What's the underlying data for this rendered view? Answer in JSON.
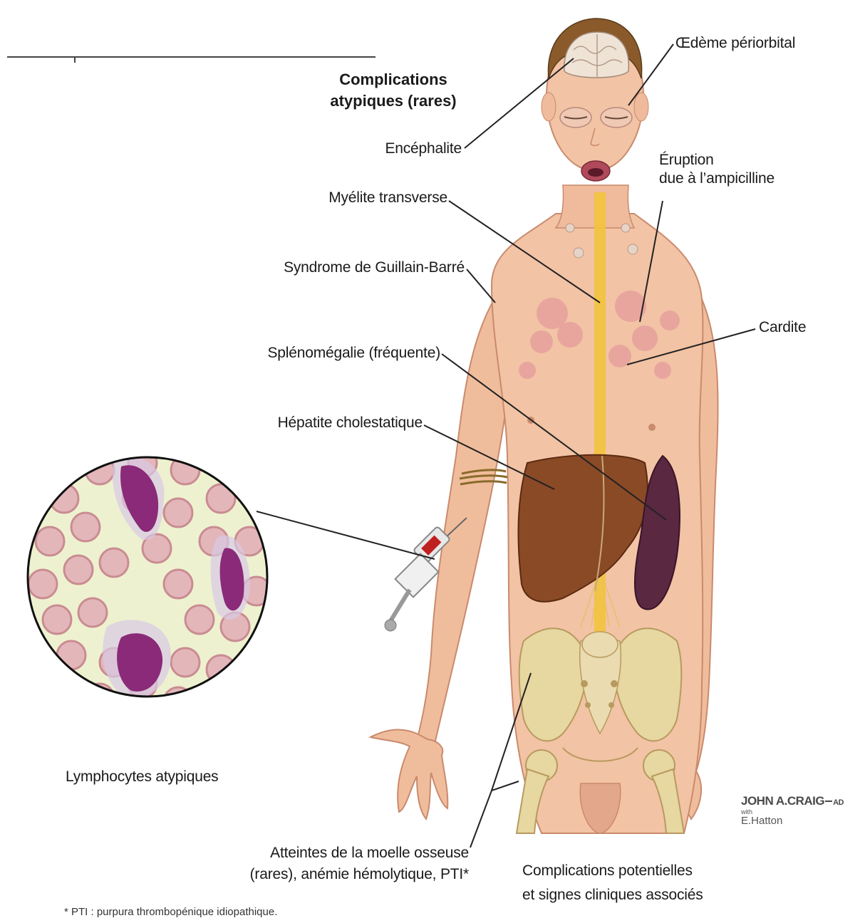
{
  "heading": {
    "line1": "Complications",
    "line2": "atypiques (rares)"
  },
  "labels": {
    "encephalite": "Encéphalite",
    "oedeme": "Œdème périorbital",
    "eruption_1": "Éruption",
    "eruption_2": "due à l’ampicilline",
    "myelite": "Myélite transverse",
    "guillain": "Syndrome de Guillain-Barré",
    "cardite": "Cardite",
    "splenomegalie": "Splénomégalie (fréquente)",
    "hepatite": "Hépatite cholestatique",
    "lymphocytes": "Lymphocytes atypiques",
    "moelle_1": "Atteintes de la moelle osseuse",
    "moelle_2": "(rares), anémie hémolytique, PTI*",
    "complications_1": "Complications potentielles",
    "complications_2": "et signes cliniques associés"
  },
  "footnote": "* PTI : purpura thrombopénique idiopathique.",
  "signature": {
    "name": "JOHN A.CRAIG",
    "suffix": "AD",
    "with": "with",
    "coauthor": "E.Hatton"
  },
  "colors": {
    "skin": "#f2c3a4",
    "skin_shade": "#d99a80",
    "liver": "#8a4a26",
    "spleen": "#5a2840",
    "bone": "#e7d7a0",
    "spinal_cord": "#f2c43c",
    "rbc": "#d9a8ac",
    "lymph_nucleus": "#8a2a78",
    "smear_bg": "#eef1cf",
    "line": "#222222"
  }
}
